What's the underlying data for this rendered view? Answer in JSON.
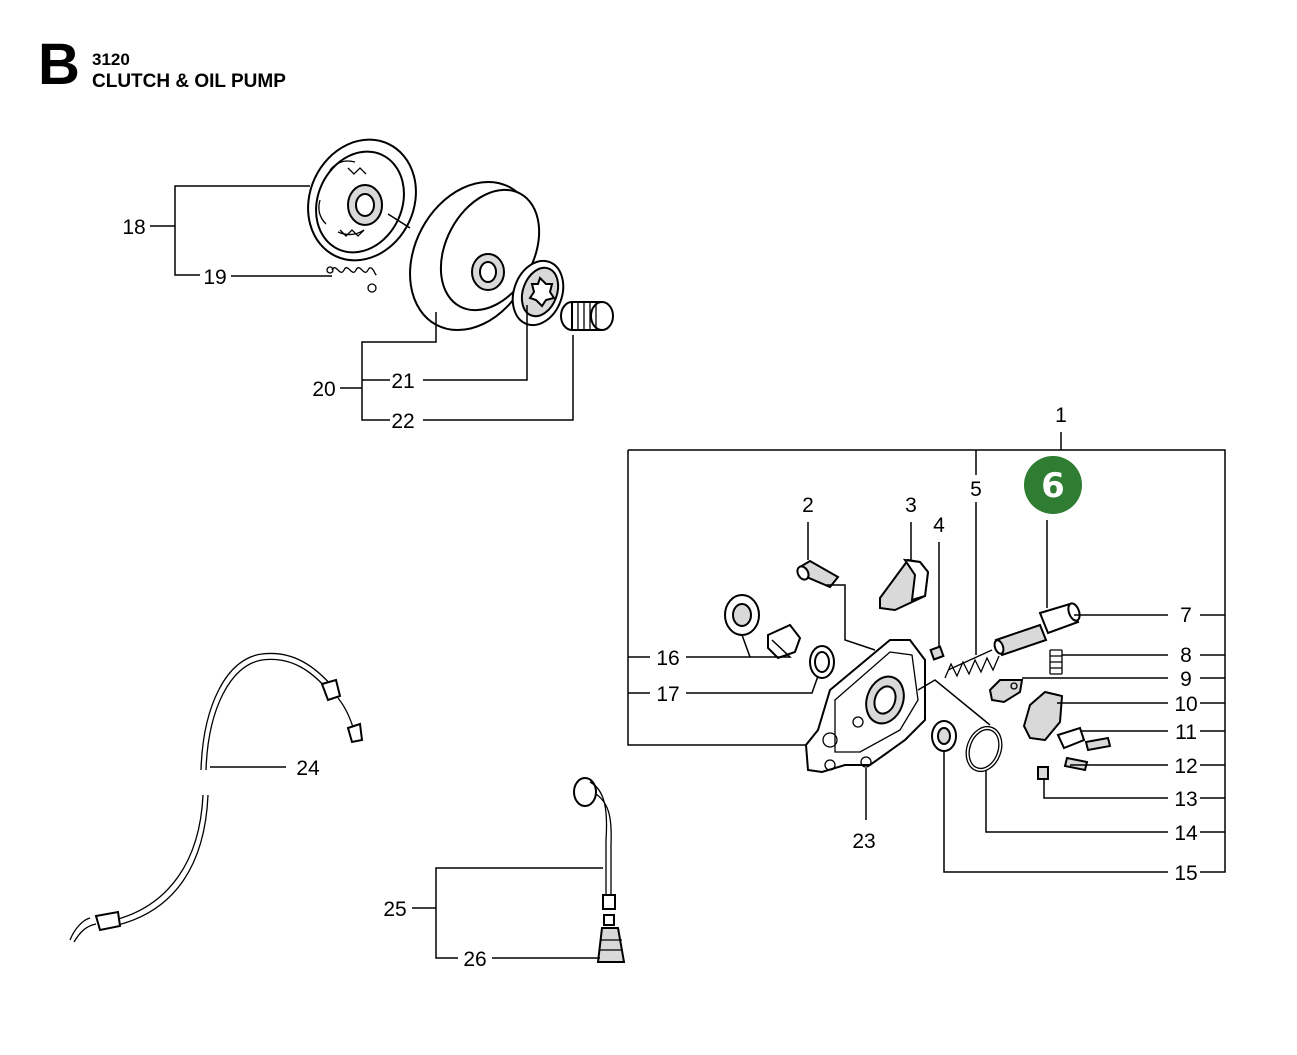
{
  "header": {
    "section_letter": "B",
    "code": "3120",
    "title": "CLUTCH & OIL PUMP"
  },
  "colors": {
    "badge_fill": "#2e7d32",
    "badge_text": "#ffffff",
    "line": "#000000"
  },
  "badge": {
    "label": "6"
  },
  "callouts": {
    "c1": "1",
    "c2": "2",
    "c3": "3",
    "c4": "4",
    "c5": "5",
    "c7": "7",
    "c8": "8",
    "c9": "9",
    "c10": "10",
    "c11": "11",
    "c12": "12",
    "c13": "13",
    "c14": "14",
    "c15": "15",
    "c16": "16",
    "c17": "17",
    "c18": "18",
    "c19": "19",
    "c20": "20",
    "c21": "21",
    "c22": "22",
    "c23": "23",
    "c24": "24",
    "c25": "25",
    "c26": "26"
  }
}
